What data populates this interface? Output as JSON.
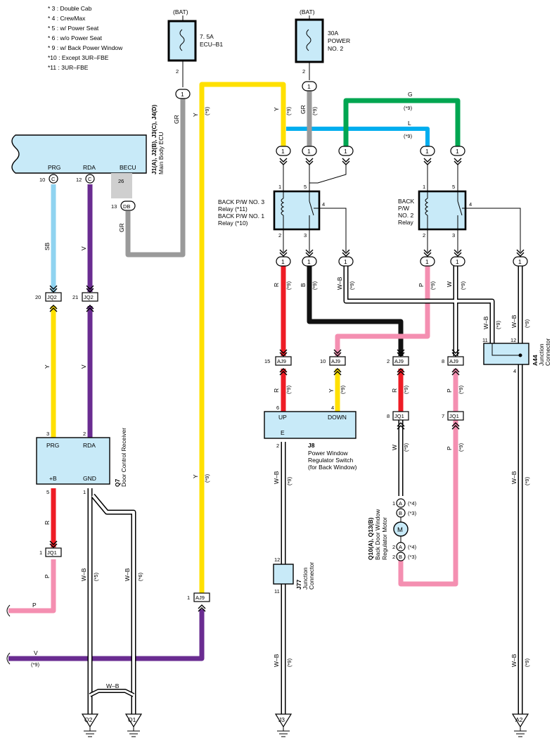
{
  "legend": [
    "* 3 : Double Cab",
    "* 4 : CrewMax",
    "* 5 : w/ Power Seat",
    "* 6 : w/o Power Seat",
    "* 9 : w/ Back Power Window",
    "*10 : Except 3UR–FBE",
    "*11 : 3UR–FBE"
  ],
  "colors": {
    "Y": "#ffe000",
    "GR": "#9a9a9a",
    "G": "#00a651",
    "L": "#00aeef",
    "R": "#ee1c25",
    "B": "#111111",
    "P": "#f48fb1",
    "V": "#6a2c91",
    "SB": "#8fd3f0",
    "WB": "#ffffff",
    "fill": "#c8eaf8"
  },
  "fuses": {
    "f1": {
      "bat": "(BAT)",
      "name1": "7. 5A",
      "name2": "ECU–B1",
      "pin": "2",
      "conn": "1"
    },
    "f2": {
      "bat": "(BAT)",
      "name1": "30A",
      "name2": "POWER",
      "name3": "NO. 2",
      "pin": "2",
      "conn": "1"
    }
  },
  "main_ecu": {
    "code": "J1(A), J2(B), J3(C), J4(D)",
    "name": "Main Body ECU",
    "pins": {
      "prg": "PRG",
      "rda": "RDA",
      "becu": "BECU"
    },
    "pin_nums": {
      "p10": "10",
      "p12": "12",
      "p26": "26",
      "p13": "13"
    },
    "conn": {
      "c1": "C",
      "c2": "C",
      "db": "DB"
    }
  },
  "relay3": {
    "l1": "BACK P/W NO. 3",
    "l2": "Relay (*11)",
    "l3": "BACK P/W NO. 1",
    "l4": "Relay (*10)",
    "p1": "1",
    "p5": "5",
    "p4": "4",
    "p2": "2",
    "p3": "3"
  },
  "relay2": {
    "l1": "BACK",
    "l2": "P/W",
    "l3": "NO. 2",
    "l4": "Relay",
    "p1": "1",
    "p5": "5",
    "p4": "4",
    "p2": "2",
    "p3": "3"
  },
  "wires": {
    "y": "Y",
    "gr": "GR",
    "g": "G",
    "l": "L",
    "r": "R",
    "b": "B",
    "p": "P",
    "w": "W",
    "wb": "W–B",
    "v": "V",
    "sb": "SB",
    "star9": "(*9)",
    "star5": "(*5)",
    "star6": "(*6)"
  },
  "conns": {
    "one": "1",
    "jq2": "JQ2",
    "jq1": "JQ1",
    "aj9": "AJ9",
    "n20": "20",
    "n21": "21",
    "n3": "3",
    "n2": "2",
    "n5": "5",
    "n1": "1",
    "n15": "15",
    "n10": "10",
    "n8": "8",
    "n6": "6",
    "n4": "4",
    "n7": "7",
    "n11": "11",
    "n12": "12"
  },
  "door_rx": {
    "code": "Q7",
    "name": "Door Control Receiver",
    "prg": "PRG",
    "rda": "RDA",
    "b": "+B",
    "gnd": "GND"
  },
  "pw_switch": {
    "code": "J8",
    "name1": "Power Window",
    "name2": "Regulator Switch",
    "name3": "(for Back Window)",
    "up": "UP",
    "down": "DOWN",
    "e": "E"
  },
  "a44": {
    "code": "A44",
    "name1": "Junction",
    "name2": "Connector"
  },
  "j77": {
    "code": "J77",
    "name1": "Junction",
    "name2": "Connector"
  },
  "motor": {
    "code": "Q10(A), Q13(B)",
    "name1": "Back Door Window",
    "name2": "Regulator Motor",
    "m": "M",
    "a": "A",
    "b": "B",
    "s4": "(*4)",
    "s3": "(*3)"
  },
  "grounds": {
    "q2": "Q2",
    "q1": "Q1",
    "j3": "J3",
    "a2": "A2"
  }
}
